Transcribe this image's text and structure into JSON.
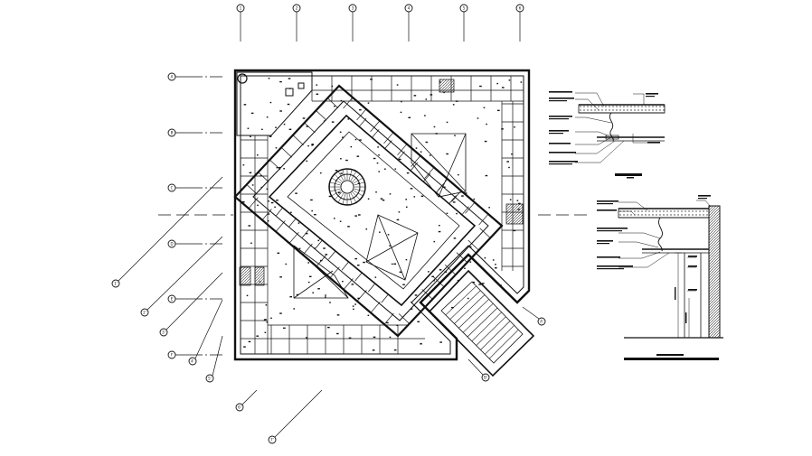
{
  "grid": {
    "top": [
      {
        "id": "top-1",
        "label": "1"
      },
      {
        "id": "top-2",
        "label": "2"
      },
      {
        "id": "top-3",
        "label": "3"
      },
      {
        "id": "top-4",
        "label": "4"
      },
      {
        "id": "top-5",
        "label": "5"
      },
      {
        "id": "top-6",
        "label": "6"
      }
    ],
    "left": [
      {
        "id": "left-a",
        "label": "A"
      },
      {
        "id": "left-b",
        "label": "B"
      },
      {
        "id": "left-c",
        "label": "C"
      },
      {
        "id": "left-d",
        "label": "D"
      },
      {
        "id": "left-e",
        "label": "E"
      },
      {
        "id": "left-f",
        "label": "F"
      }
    ],
    "diagonal": [
      {
        "id": "diag-1",
        "label": "1'"
      },
      {
        "id": "diag-2",
        "label": "2'"
      },
      {
        "id": "diag-3",
        "label": "3'"
      },
      {
        "id": "diag-4",
        "label": "4'"
      },
      {
        "id": "diag-5",
        "label": "5'"
      },
      {
        "id": "diag-6",
        "label": "6'"
      },
      {
        "id": "diag-7",
        "label": "7'"
      }
    ],
    "annex": [
      {
        "id": "annex-1",
        "label": "A'"
      },
      {
        "id": "annex-2",
        "label": "B'"
      }
    ]
  },
  "colors": {
    "line": "#111111",
    "paper": "#ffffff",
    "hatch": "#555555"
  }
}
